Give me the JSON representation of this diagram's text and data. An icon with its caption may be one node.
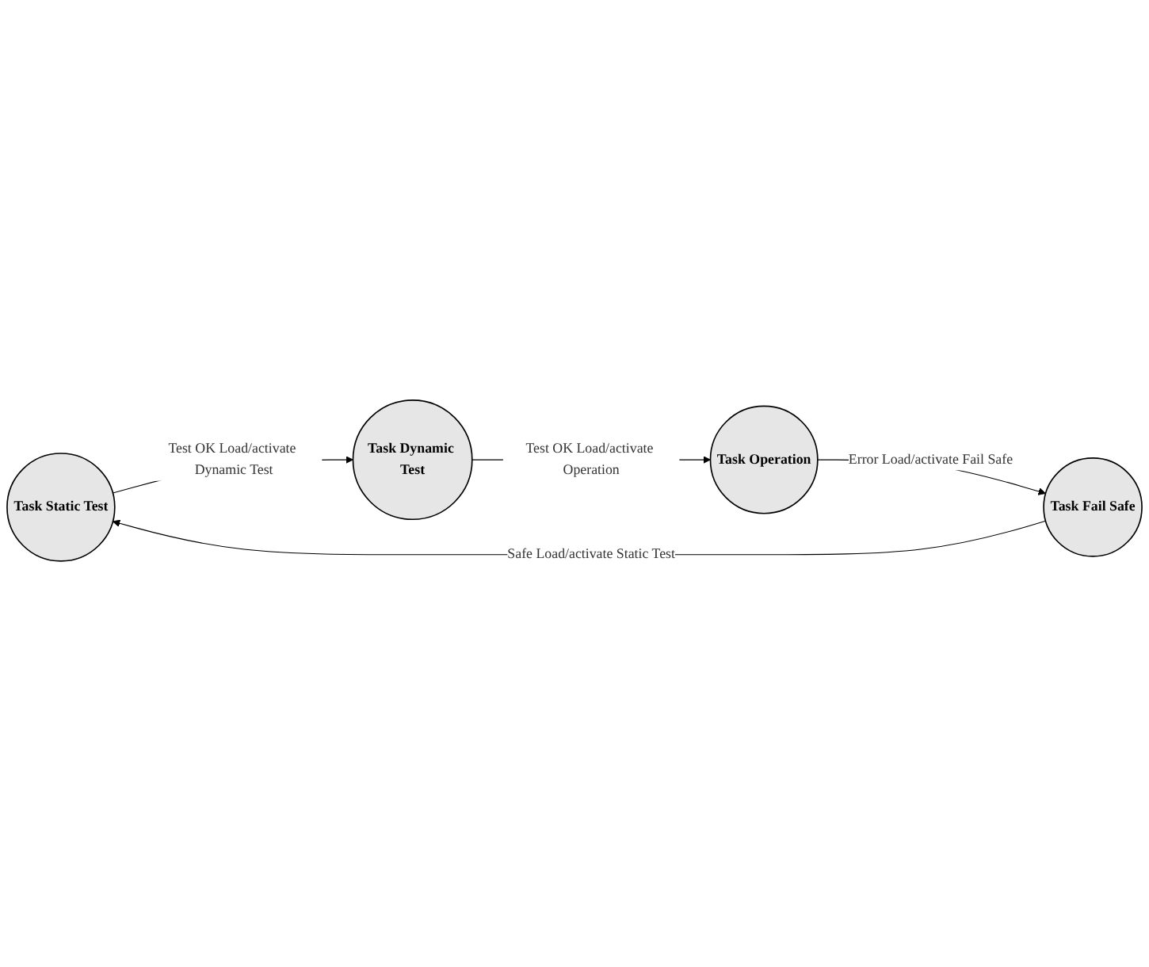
{
  "diagram": {
    "nodes": [
      {
        "text": [
          "Task Static Test"
        ]
      },
      {
        "text": [
          "Task Dynamic Test"
        ]
      },
      {
        "text": [
          "Task Fail Safe"
        ]
      },
      {
        "text": [
          "Task Operation"
        ]
      }
    ],
    "edges": [
      {
        "from": 0,
        "to": 1,
        "arrow": "to",
        "label": "Test OK Load/activate Dynamic Test"
      },
      {
        "from": 1,
        "to": 3,
        "arrow": "to",
        "label": "Test OK Load/activate Operation"
      },
      {
        "from": 3,
        "to": 2,
        "arrow": "to",
        "label": "Error Load/activate Fail Safe"
      },
      {
        "from": 2,
        "to": 0,
        "arrow": "to",
        "label": "Safe Load/activate Static Test"
      }
    ]
  }
}
